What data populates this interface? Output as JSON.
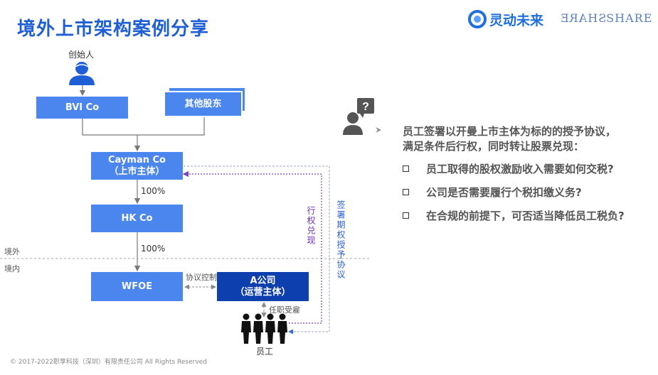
{
  "title": "境外上市架构案例分享",
  "logos": {
    "brand_cn": "灵动未来",
    "brand_en": "SHARE"
  },
  "diagram": {
    "founder_label": "创始人",
    "bvi": "BVI Co",
    "other_shareholders": "其他股东",
    "cayman_line1": "Cayman Co",
    "cayman_line2": "（上市主体）",
    "pct1": "100%",
    "hk": "HK Co",
    "pct2": "100%",
    "offshore": "境外",
    "onshore": "境内",
    "wfoe": "WFOE",
    "vie_label": "协议控制",
    "a_line1": "A公司",
    "a_line2": "（运营主体）",
    "employment_label": "任职受雇",
    "employees_label": "员工",
    "exercise_label": "行权兑现",
    "grant_label": "签署期权授予协议"
  },
  "questions": {
    "intro_line1": "员工签署以开曼上市主体为标的的授予协议，",
    "intro_line2": "满足条件后行权，同时转让股票兑现：",
    "items": [
      "员工取得的股权激励收入需要如何交税?",
      "公司是否需要履行个税扣缴义务?",
      "在合规的前提下，可否适当降低员工税负?"
    ]
  },
  "footer": "© 2017-2022职享科技（深圳）有限责任公司 All Rights Reserved",
  "colors": {
    "title": "#1f5fd6",
    "box_light": "#4b86ef",
    "box_dark": "#0e3fae",
    "vie_line": "#7b3fc4",
    "grant_line": "#3a6ad8"
  }
}
